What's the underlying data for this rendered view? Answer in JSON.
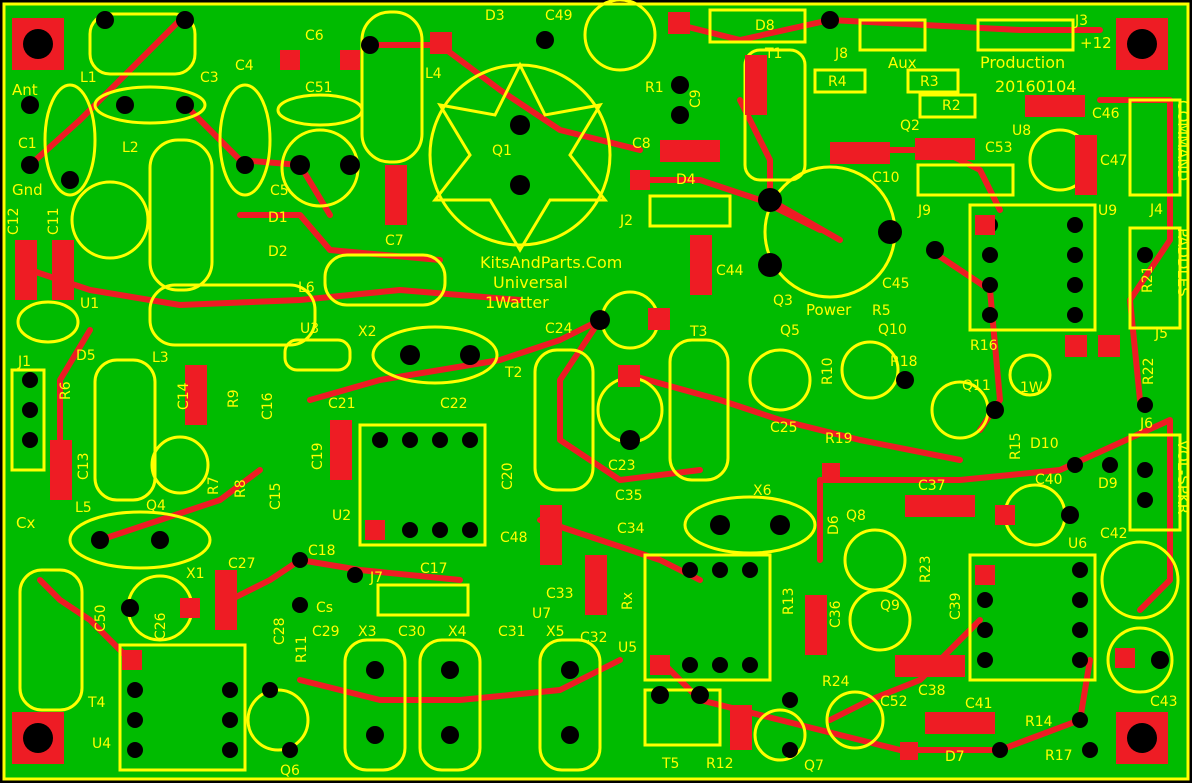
{
  "board": {
    "brand": "KitsAndParts.Com",
    "name_line1": "Universal",
    "name_line2": "1Watter",
    "production_label": "Production",
    "production_date": "20160104",
    "colors": {
      "board": "#00bb00",
      "copper": "#ee1c24",
      "silkscreen": "#ffff00",
      "pad": "#000000",
      "outline": "#000000"
    }
  },
  "labels": {
    "ant": "Ant",
    "gnd": "Gnd",
    "cx": "Cx",
    "power": "Power",
    "aux": "Aux",
    "plus12": "+12",
    "command": "COMMAND",
    "paddles": "PADDLES",
    "vol_spkr": "VOL-SPKR",
    "one_w": "1W",
    "cs": "Cs"
  },
  "designators": [
    "L1",
    "C3",
    "C4",
    "C6",
    "C51",
    "L4",
    "D3",
    "C49",
    "D8",
    "J8",
    "J3",
    "R4",
    "R3",
    "R2",
    "Q2",
    "U8",
    "C46",
    "C47",
    "J4",
    "C1",
    "C12",
    "C11",
    "L2",
    "C5",
    "D1",
    "D2",
    "C7",
    "Q1",
    "R1",
    "C9",
    "T1",
    "C8",
    "D4",
    "C10",
    "C53",
    "J9",
    "U9",
    "J2",
    "C44",
    "C45",
    "R5",
    "Q3",
    "Q5",
    "R10",
    "Q10",
    "R16",
    "R21",
    "J5",
    "R22",
    "J6",
    "D10",
    "D9",
    "C40",
    "C42",
    "U1",
    "D5",
    "J1",
    "R6",
    "L3",
    "L6",
    "U3",
    "X2",
    "T2",
    "C24",
    "T3",
    "C21",
    "C22",
    "C14",
    "R9",
    "C16",
    "C19",
    "C20",
    "C13",
    "L5",
    "Q4",
    "R7",
    "R8",
    "C15",
    "U2",
    "C23",
    "C25",
    "R19",
    "R18",
    "Q11",
    "R15",
    "C35",
    "X6",
    "C37",
    "C48",
    "C34",
    "D6",
    "Q8",
    "U6",
    "C18",
    "C27",
    "X1",
    "C26",
    "C50",
    "C17",
    "J7",
    "C33",
    "Rx",
    "U7",
    "R13",
    "C36",
    "R23",
    "C39",
    "Q9",
    "C28",
    "C29",
    "X3",
    "C30",
    "X4",
    "C31",
    "X5",
    "C32",
    "U5",
    "C38",
    "C43",
    "T4",
    "U4",
    "R11",
    "Q6",
    "T5",
    "R12",
    "Q7",
    "R24",
    "C52",
    "C41",
    "R14",
    "D7",
    "R17"
  ]
}
